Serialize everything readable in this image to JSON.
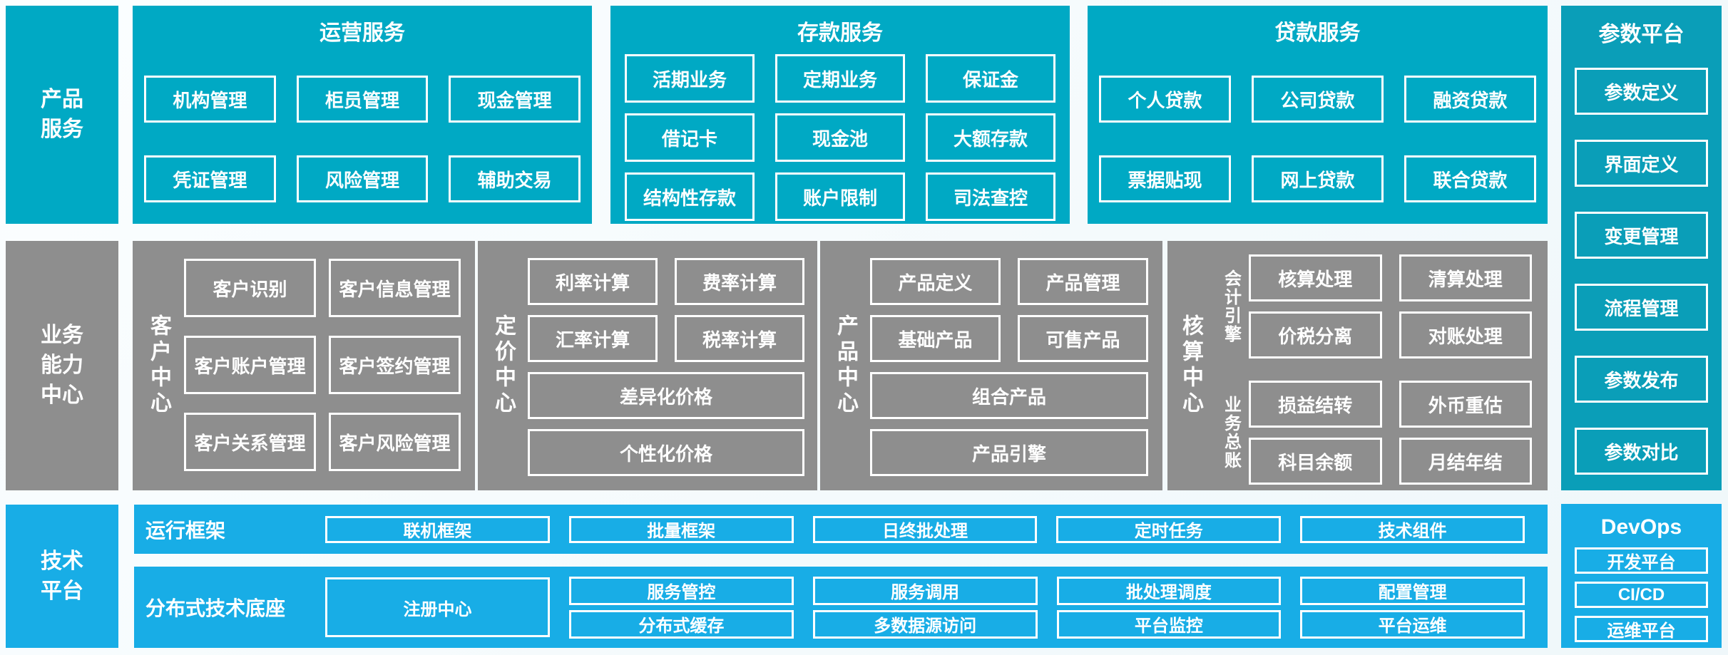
{
  "colors": {
    "teal": "#00a9c4",
    "param_teal": "#0a9eb8",
    "gray": "#8e8e8e",
    "blue": "#18ade6",
    "text": "#ffffff"
  },
  "rail": {
    "product": "产品服务",
    "business": "业务能力中心",
    "tech": "技术平台"
  },
  "sections": {
    "operations": {
      "title": "运营服务",
      "buttons": [
        "机构管理",
        "柜员管理",
        "现金管理",
        "凭证管理",
        "风险管理",
        "辅助交易"
      ]
    },
    "deposit": {
      "title": "存款服务",
      "buttons": [
        "活期业务",
        "定期业务",
        "保证金",
        "借记卡",
        "现金池",
        "大额存款",
        "结构性存款",
        "账户限制",
        "司法查控"
      ]
    },
    "loan": {
      "title": "贷款服务",
      "buttons": [
        "个人贷款",
        "公司贷款",
        "融资贷款",
        "票据贴现",
        "网上贷款",
        "联合贷款"
      ]
    },
    "parameter": {
      "title": "参数平台",
      "buttons": [
        "参数定义",
        "界面定义",
        "变更管理",
        "流程管理",
        "参数发布",
        "参数对比"
      ]
    },
    "customer": {
      "title": "客户中心",
      "buttons": [
        "客户识别",
        "客户信息管理",
        "客户账户管理",
        "客户签约管理",
        "客户关系管理",
        "客户风险管理"
      ]
    },
    "pricing": {
      "title": "定价中心",
      "grid": [
        "利率计算",
        "费率计算",
        "汇率计算",
        "税率计算"
      ],
      "wide": [
        "差异化价格",
        "个性化价格"
      ]
    },
    "product": {
      "title": "产品中心",
      "grid": [
        "产品定义",
        "产品管理",
        "基础产品",
        "可售产品"
      ],
      "wide": [
        "组合产品",
        "产品引擎"
      ]
    },
    "accounting": {
      "title": "核算中心",
      "groups": [
        {
          "label": "会计引擎",
          "buttons": [
            "核算处理",
            "清算处理",
            "价税分离",
            "对账处理"
          ]
        },
        {
          "label": "业务总账",
          "buttons": [
            "损益结转",
            "外币重估",
            "科目余额",
            "月结年结"
          ]
        }
      ]
    },
    "runtime": {
      "title": "运行框架",
      "buttons": [
        "联机框架",
        "批量框架",
        "日终批处理",
        "定时任务",
        "技术组件"
      ]
    },
    "distributed": {
      "title": "分布式技术底座",
      "registry": "注册中心",
      "buttons": [
        "服务管控",
        "服务调用",
        "批处理调度",
        "配置管理",
        "分布式缓存",
        "多数据源访问",
        "平台监控",
        "平台运维"
      ]
    },
    "devops": {
      "title": "DevOps",
      "buttons": [
        "开发平台",
        "CI/CD",
        "运维平台"
      ]
    }
  }
}
